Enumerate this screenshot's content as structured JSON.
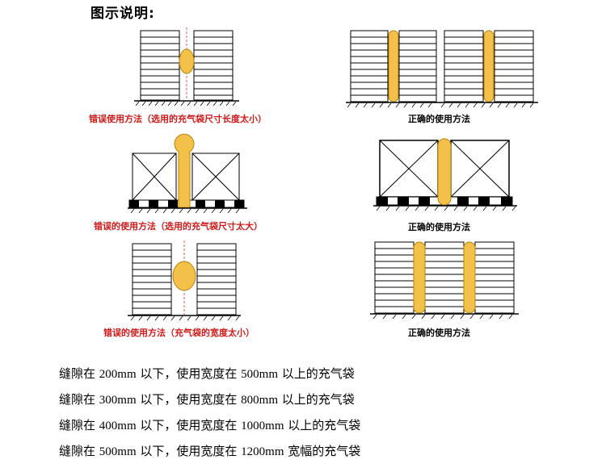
{
  "heading": "图示说明:",
  "captions": {
    "wrong1": "错误使用方法（选用的充气袋尺寸长度太小）",
    "right1": "正确的使用方法",
    "wrong2": "错误的使用方法（选用的充气袋尺寸太大）",
    "right2": "正确的使用方法",
    "wrong3": "错误的使用方法（充气袋的宽度太小）",
    "right3": "正确的使用方法"
  },
  "rules": [
    {
      "prefix": "缝隙在 ",
      "gap": "200mm",
      "middle": " 以下，使用宽度在 ",
      "width": "500mm",
      "suffix": " 以上的充气袋"
    },
    {
      "prefix": "缝隙在 ",
      "gap": "300mm",
      "middle": " 以下，使用宽度在 ",
      "width": "800mm",
      "suffix": " 以上的充气袋"
    },
    {
      "prefix": "缝隙在 ",
      "gap": "400mm",
      "middle": " 以下，使用宽度在 ",
      "width": "1000mm",
      "suffix": " 以上的充气袋"
    },
    {
      "prefix": "缝隙在 ",
      "gap": "500mm",
      "middle": " 以下，使用宽度在 ",
      "width": "1200mm",
      "suffix": " 宽幅的充气袋"
    }
  ],
  "colors": {
    "bag_fill": "#f3c14a",
    "bag_stroke": "#b8860b",
    "center_line": "#e03030",
    "caption_red": "#d11a1a"
  }
}
